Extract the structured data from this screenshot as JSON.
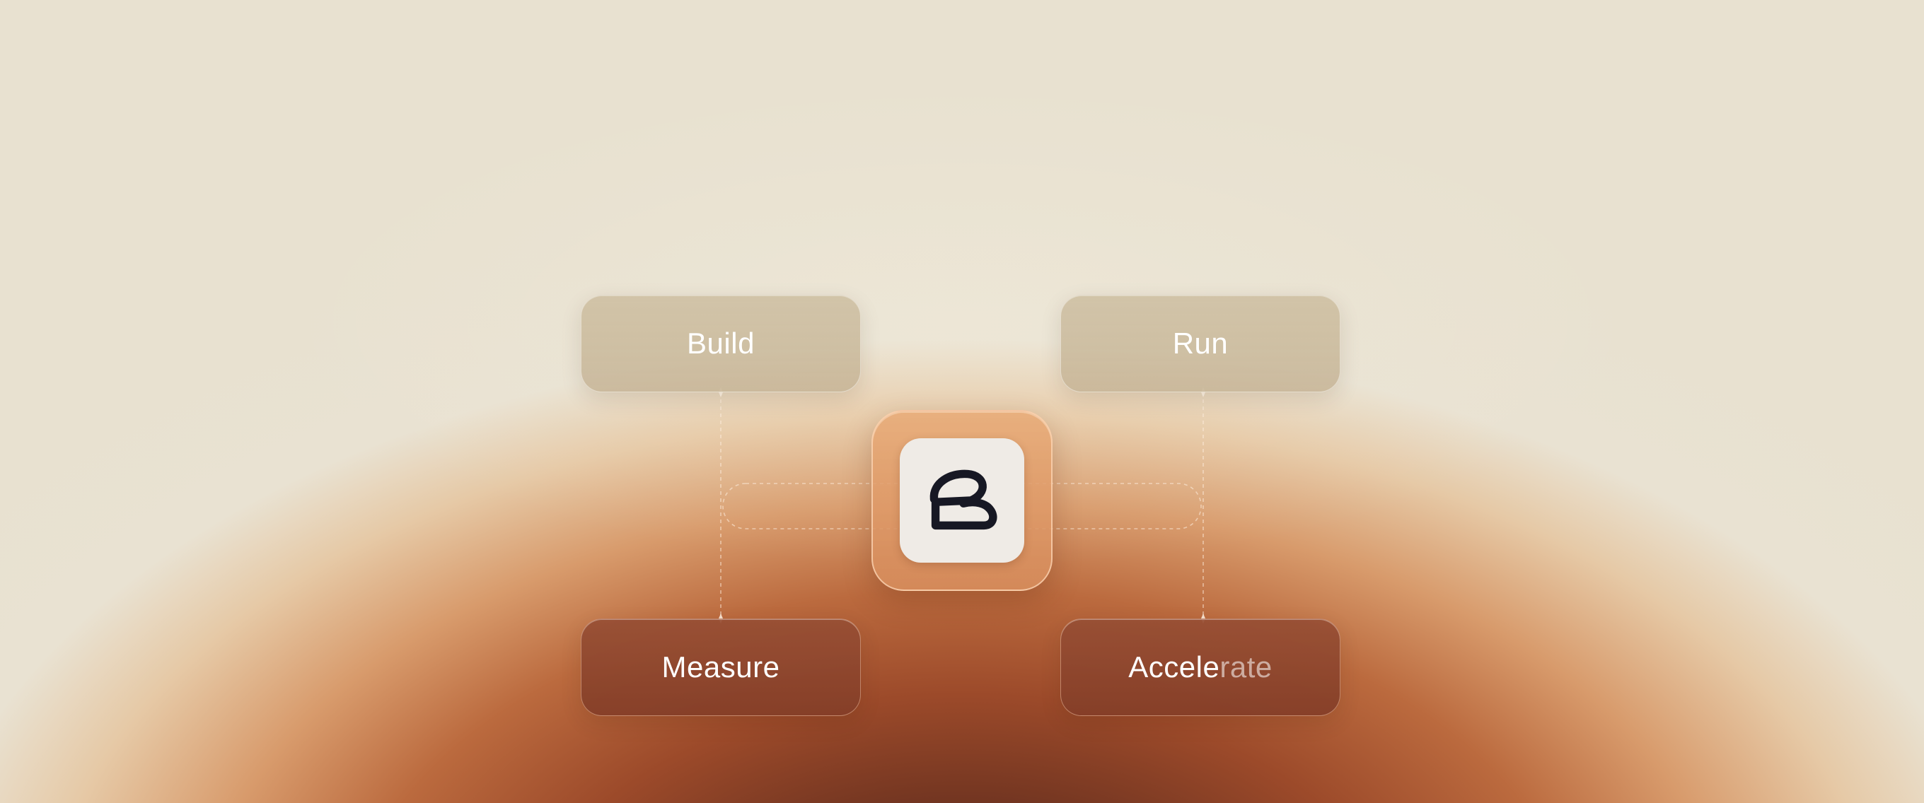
{
  "diagram": {
    "nodes": [
      {
        "id": "build",
        "label": "Build"
      },
      {
        "id": "run",
        "label": "Run"
      },
      {
        "id": "measure",
        "label": "Measure"
      },
      {
        "id": "accelerate",
        "label_main": "Accele",
        "label_fade": "rate"
      }
    ],
    "hub": {
      "icon": "brand-b-logo-icon"
    },
    "colors": {
      "background_top": "#e8e1d0",
      "background_bottom": "#3a1a10",
      "card_top": "#c8b698",
      "card_bottom": "#8a4530",
      "logo": "#171824",
      "connector": "#f5e6d4"
    }
  }
}
